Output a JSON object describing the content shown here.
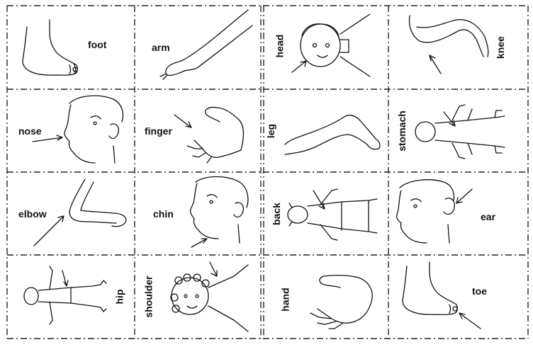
{
  "cards": {
    "foot": "foot",
    "arm": "arm",
    "head": "head",
    "knee": "knee",
    "nose": "nose",
    "finger": "finger",
    "leg": "leg",
    "stomach": "stomach",
    "elbow": "elbow",
    "chin": "chin",
    "back": "back",
    "ear": "ear",
    "hip": "hip",
    "shoulder": "shoulder",
    "hand": "hand",
    "toe": "toe"
  },
  "colors": {
    "ink": "#111111",
    "paper": "#ffffff"
  }
}
